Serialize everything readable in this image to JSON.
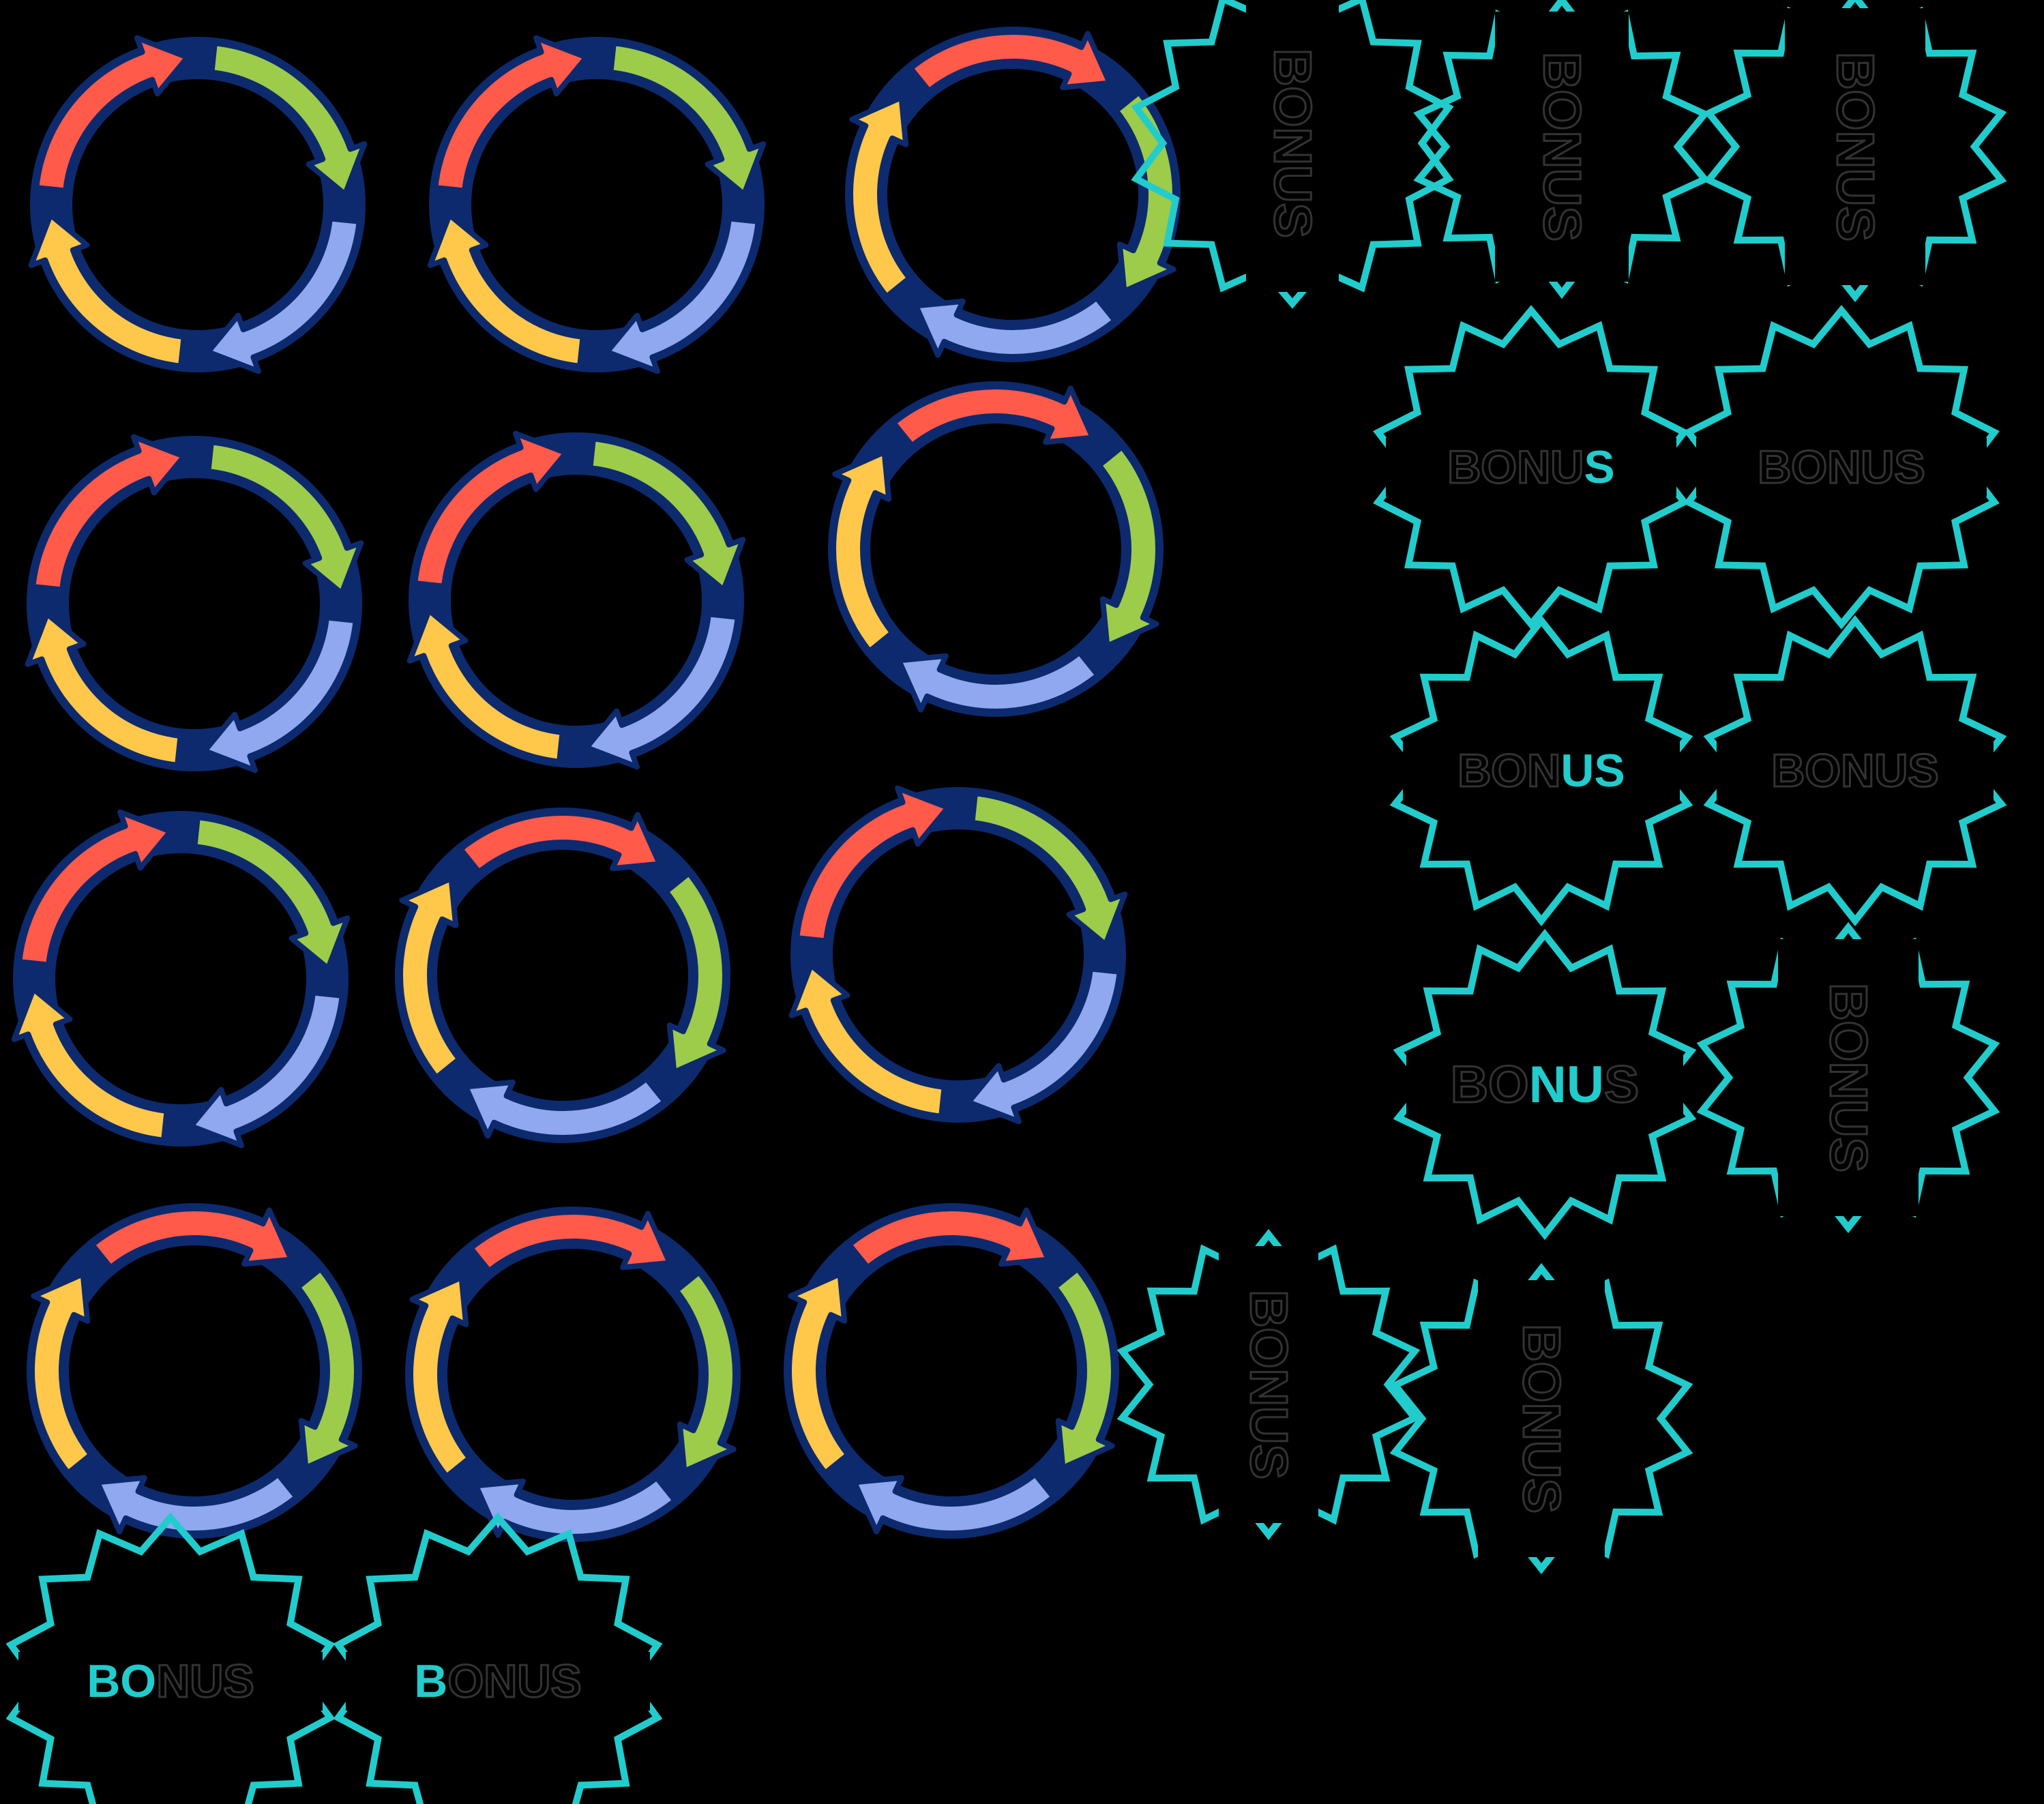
{
  "sheet": {
    "background": "#000000",
    "outline_color": "#0d2a6e",
    "stroke_color": "#22cccc"
  },
  "cycles": [
    {
      "name": "cycle-4-arrow",
      "segments": [
        "#9ccc4a",
        "#8fa8f0",
        "#ffc84a",
        "#ff5a4a"
      ]
    },
    {
      "name": "cycle-4-arrow",
      "segments": [
        "#9ccc4a",
        "#8fa8f0",
        "#ffc84a",
        "#ff5a4a"
      ]
    },
    {
      "name": "cycle-4-arrow",
      "segments": [
        "#9ccc4a",
        "#8fa8f0",
        "#ffc84a",
        "#ff5a4a"
      ]
    },
    {
      "name": "cycle-4-arrow",
      "segments": [
        "#9ccc4a",
        "#8fa8f0",
        "#ffc84a",
        "#ff5a4a"
      ]
    },
    {
      "name": "cycle-4-arrow",
      "segments": [
        "#9ccc4a",
        "#8fa8f0",
        "#ffc84a",
        "#ff5a4a"
      ]
    },
    {
      "name": "cycle-4-arrow",
      "segments": [
        "#9ccc4a",
        "#8fa8f0",
        "#ffc84a",
        "#ff5a4a"
      ]
    },
    {
      "name": "cycle-4-arrow",
      "segments": [
        "#9ccc4a",
        "#8fa8f0",
        "#ffc84a",
        "#ff5a4a"
      ]
    },
    {
      "name": "cycle-4-arrow",
      "segments": [
        "#9ccc4a",
        "#8fa8f0",
        "#ffc84a",
        "#ff5a4a"
      ]
    },
    {
      "name": "cycle-4-arrow",
      "segments": [
        "#9ccc4a",
        "#8fa8f0",
        "#ffc84a",
        "#ff5a4a"
      ]
    },
    {
      "name": "cycle-4-arrow",
      "segments": [
        "#9ccc4a",
        "#8fa8f0",
        "#ffc84a",
        "#ff5a4a"
      ]
    },
    {
      "name": "cycle-4-arrow",
      "segments": [
        "#9ccc4a",
        "#8fa8f0",
        "#ffc84a",
        "#ff5a4a"
      ]
    },
    {
      "name": "cycle-4-arrow",
      "segments": [
        "#9ccc4a",
        "#8fa8f0",
        "#ffc84a",
        "#ff5a4a"
      ]
    }
  ],
  "bonus_badges": [
    {
      "label": "BONUS",
      "highlight": "",
      "orientation": "vertical"
    },
    {
      "label": "BONUS",
      "highlight": "",
      "orientation": "vertical"
    },
    {
      "label": "BONUS",
      "highlight": "",
      "orientation": "vertical"
    },
    {
      "label": "BONUS",
      "highlight": "S",
      "orientation": "horizontal"
    },
    {
      "label": "BONUS",
      "highlight": "",
      "orientation": "horizontal"
    },
    {
      "label": "BONUS",
      "highlight": "US",
      "orientation": "horizontal"
    },
    {
      "label": "BONUS",
      "highlight": "",
      "orientation": "horizontal"
    },
    {
      "label": "BONUS",
      "highlight": "NU",
      "orientation": "horizontal"
    },
    {
      "label": "BONUS",
      "highlight": "",
      "orientation": "vertical"
    },
    {
      "label": "BONUS",
      "highlight": "",
      "orientation": "vertical"
    },
    {
      "label": "BONUS",
      "highlight": "NO",
      "orientation": "vertical"
    },
    {
      "label": "BONUS",
      "highlight": "BO",
      "orientation": "horizontal"
    },
    {
      "label": "BONUS",
      "highlight": "B",
      "orientation": "horizontal"
    }
  ]
}
